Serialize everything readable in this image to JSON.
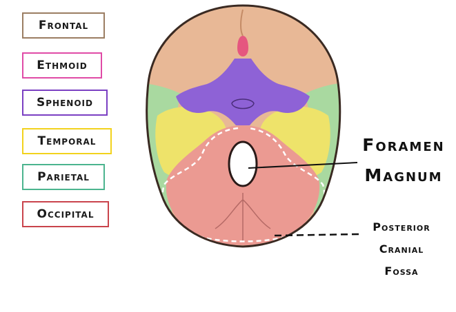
{
  "legend": [
    {
      "label": "Frontal",
      "color": "#9b7d62"
    },
    {
      "label": "Ethmoid",
      "color": "#e04aa6"
    },
    {
      "label": "Sphenoid",
      "color": "#7a3fc2"
    },
    {
      "label": "Temporal",
      "color": "#f2d21c"
    },
    {
      "label": "Parietal",
      "color": "#4bb48e"
    },
    {
      "label": "Occipital",
      "color": "#c9434b"
    }
  ],
  "labels": {
    "foramen_line1": "Foramen",
    "foramen_line2": "Magnum",
    "fossa_line1": "Posterior",
    "fossa_line2": "Cranial",
    "fossa_line3": "Fossa"
  },
  "colors": {
    "frontal_fill": "#e8b896",
    "ethmoid_fill": "#e5577f",
    "sphenoid_fill": "#8e62d6",
    "temporal_fill": "#eee36a",
    "parietal_fill": "#a9d9a0",
    "occipital_fill": "#eb9a92",
    "outline": "#3a2a22"
  }
}
